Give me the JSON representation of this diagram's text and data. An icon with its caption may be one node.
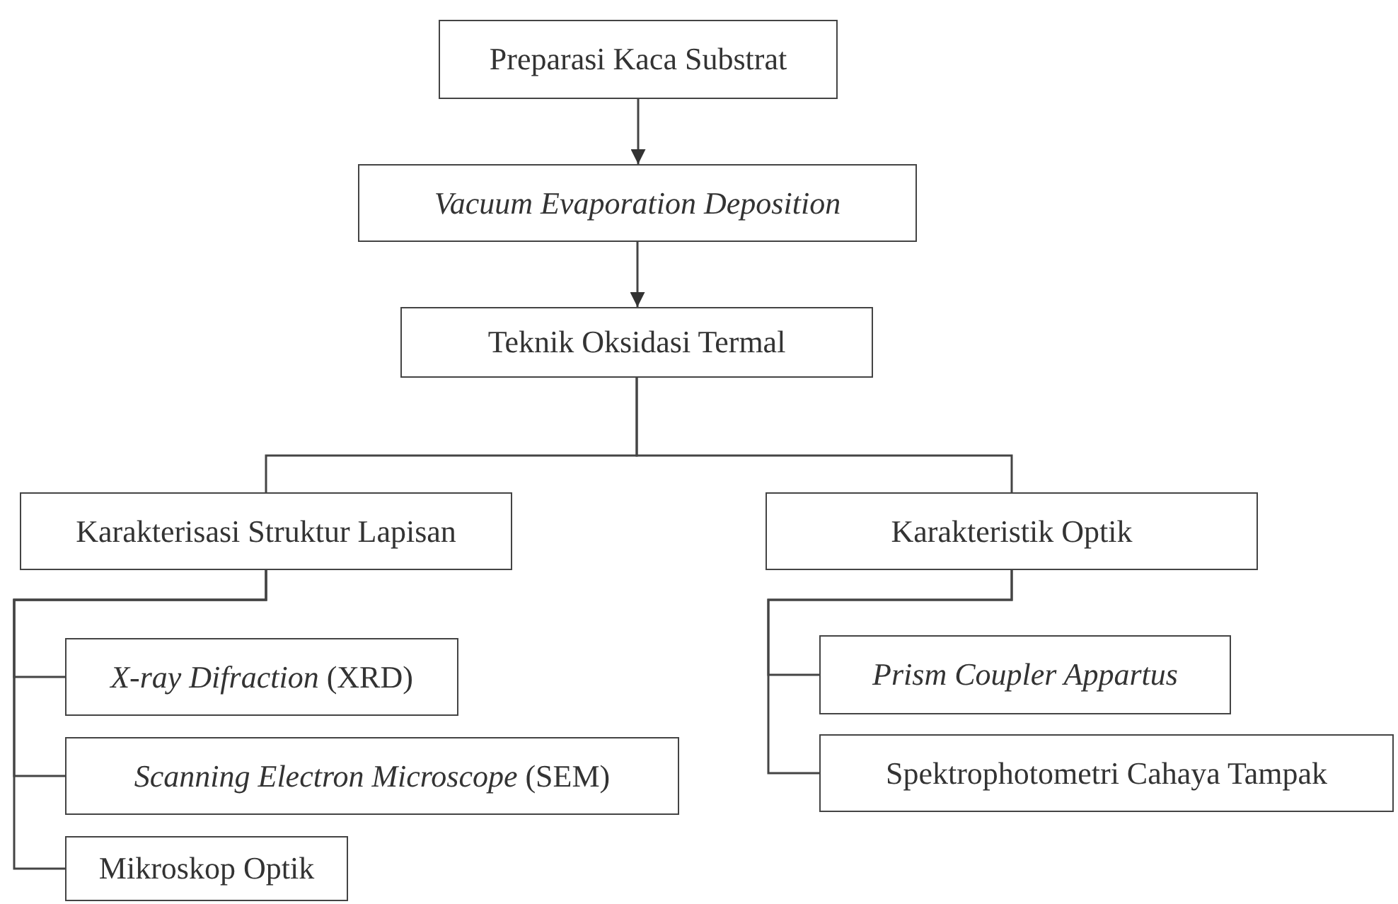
{
  "diagram": {
    "nodes": [
      {
        "text": [
          "Preparasi Kaca Substrat"
        ]
      },
      {
        "text": [
          "*Vacuum Evaporation Deposition*"
        ]
      },
      {
        "text": [
          "Teknik Oksidasi Termal"
        ]
      },
      {
        "text": [
          "Karakterisasi Struktur Lapisan"
        ]
      },
      {
        "text": [
          "Karakteristik Optik"
        ]
      },
      {
        "text": [
          "*X-ray Difraction* (XRD)"
        ]
      },
      {
        "text": [
          "*Scanning Electron Microscope* (SEM)"
        ]
      },
      {
        "text": [
          "Mikroskop Optik"
        ]
      },
      {
        "text": [
          "*Prism Coupler Appartus*"
        ]
      },
      {
        "text": [
          "Spektrophotometri Cahaya Tampak"
        ]
      }
    ],
    "edges": [
      {
        "from": 0,
        "to": 1,
        "arrow": "to"
      },
      {
        "from": 1,
        "to": 2,
        "arrow": "to"
      },
      {
        "from": 2,
        "to": 3,
        "arrow": "none"
      },
      {
        "from": 2,
        "to": 4,
        "arrow": "none"
      },
      {
        "from": 3,
        "to": 5,
        "arrow": "none"
      },
      {
        "from": 3,
        "to": 6,
        "arrow": "none"
      },
      {
        "from": 3,
        "to": 7,
        "arrow": "none"
      },
      {
        "from": 4,
        "to": 8,
        "arrow": "none"
      },
      {
        "from": 4,
        "to": 9,
        "arrow": "none"
      }
    ]
  }
}
